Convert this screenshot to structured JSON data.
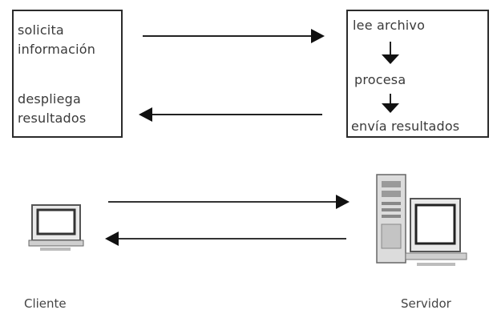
{
  "client_box": {
    "line1": "solicita",
    "line2": "información",
    "line3": "despliega",
    "line4": "resultados"
  },
  "server_box": {
    "line1": "lee archivo",
    "line2": "procesa",
    "line3": "envía resultados"
  },
  "labels": {
    "client": "Cliente",
    "server": "Servidor"
  },
  "icons": {
    "client": "computer-monitor-icon",
    "server": "server-tower-icon"
  }
}
